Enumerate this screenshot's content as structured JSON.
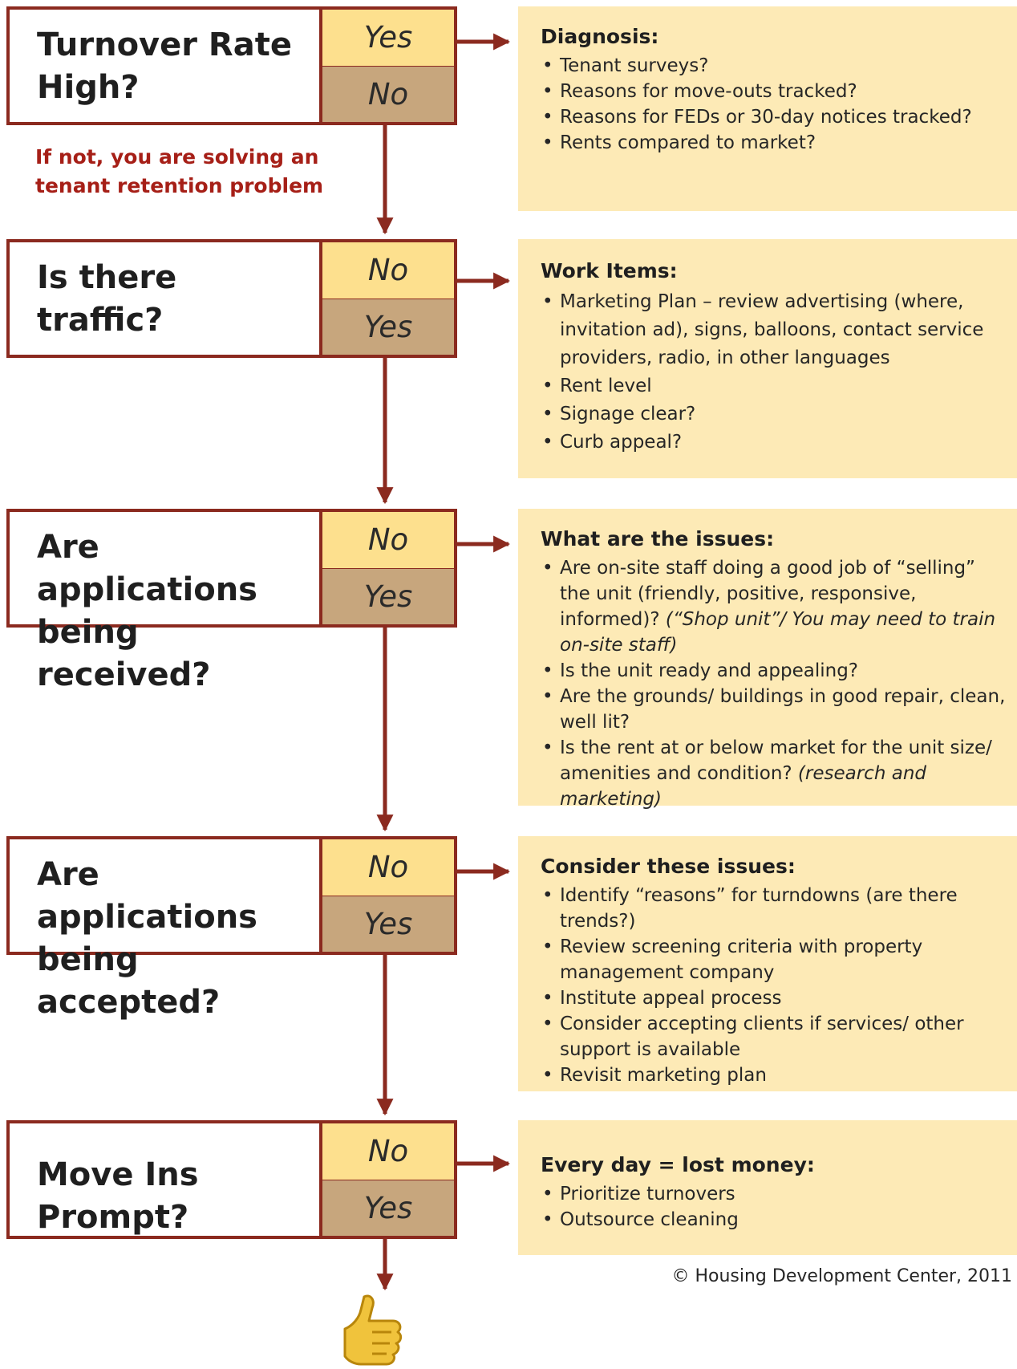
{
  "steps": [
    {
      "question": "Turnover Rate\nHigh?",
      "top_option": "Yes",
      "bottom_option": "No",
      "panel_title": "Diagnosis:",
      "items": [
        "Tenant surveys?",
        "Reasons for move-outs tracked?",
        "Reasons for FEDs or 30-day notices tracked?",
        "Rents compared to market?"
      ]
    },
    {
      "question": "Is there traffic?",
      "top_option": "No",
      "bottom_option": "Yes",
      "panel_title": "Work Items:",
      "items": [
        "Marketing Plan – review advertising (where, invitation ad), signs, balloons, contact service providers, radio, in other languages",
        "Rent level",
        "Signage clear?",
        "Curb appeal?"
      ]
    },
    {
      "question": "Are applications\nbeing received?",
      "top_option": "No",
      "bottom_option": "Yes",
      "panel_title": "What are the issues:",
      "items": [
        "Are on-site staff doing a good job of “selling” the unit (friendly, positive, responsive, informed)?",
        "(“Shop unit”/ You may need to train on-site staff)",
        "Is the unit ready and appealing?",
        "Are the grounds/ buildings in good repair, clean, well lit?",
        "Is the rent at or below market for the unit size/ amenities and condition?",
        "(research and marketing)"
      ]
    },
    {
      "question": "Are applications\nbeing accepted?",
      "top_option": "No",
      "bottom_option": "Yes",
      "panel_title": "Consider these issues:",
      "items": [
        "Identify “reasons” for turndowns (are there trends?)",
        "Review screening criteria with property management company",
        "Institute appeal process",
        "Consider accepting clients if services/ other support is available",
        "Revisit marketing plan"
      ]
    },
    {
      "question": "Move Ins\nPrompt?",
      "top_option": "No",
      "bottom_option": "Yes",
      "panel_title": "Every day = lost money:",
      "items": [
        "Prioritize turnovers",
        "Outsource cleaning"
      ]
    }
  ],
  "retention_note": "If not, you are solving an tenant retention problem",
  "copyright": "© Housing Development Center, 2011",
  "final_icon": "thumbs-up-icon",
  "colors": {
    "border": "#8b2a1f",
    "option_top": "#fde08e",
    "option_bottom": "#c7a67d",
    "panel_bg": "#fdeab6",
    "note_text": "#a61f17",
    "thumb": "#f0c33c"
  }
}
